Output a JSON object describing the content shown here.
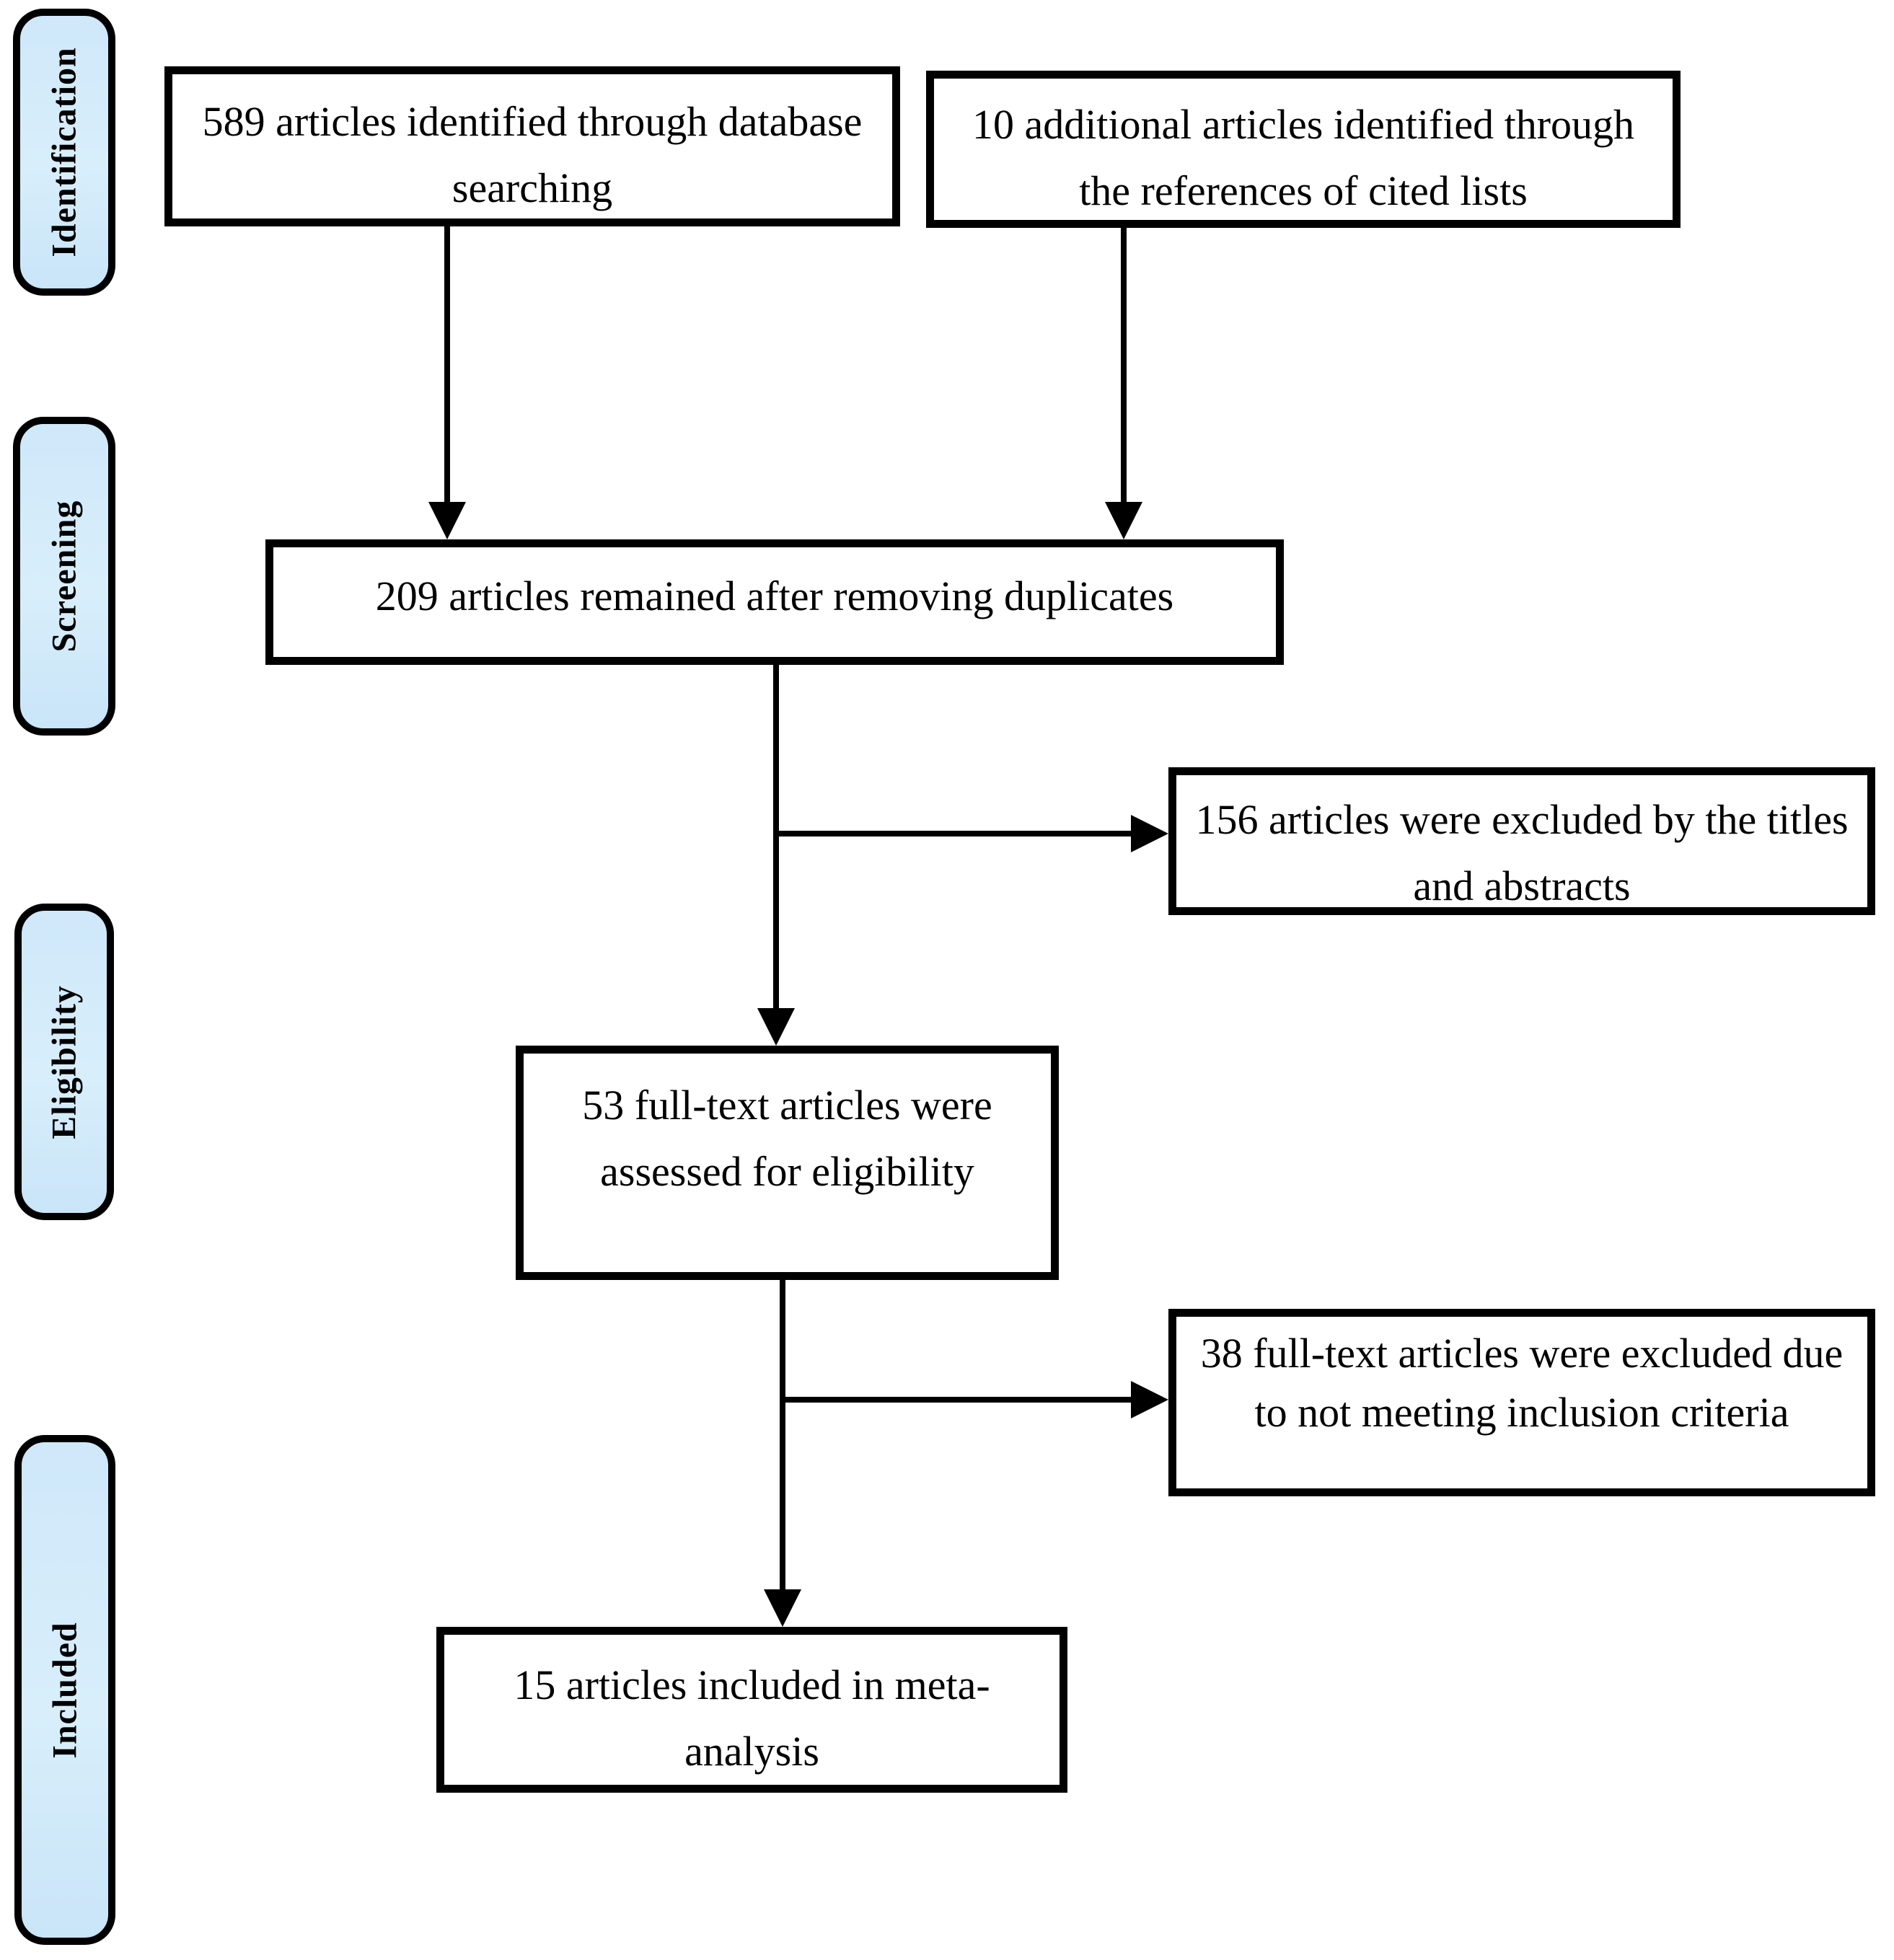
{
  "diagram": {
    "title": "PRISMA study selection flow diagram",
    "stage_labels": [
      {
        "id": "identification",
        "label": "Identification"
      },
      {
        "id": "screening",
        "label": "Screening"
      },
      {
        "id": "eligibility",
        "label": "Eligibility"
      },
      {
        "id": "included",
        "label": "Included"
      }
    ],
    "boxes": [
      {
        "id": "database-search",
        "text": "589 articles identified through database searching"
      },
      {
        "id": "additional-references",
        "text": "10 additional articles identified through the references of cited lists"
      },
      {
        "id": "after-duplicates",
        "text": "209 articles remained after removing duplicates"
      },
      {
        "id": "excluded-titles-abstracts",
        "text": "156 articles were excluded by the titles and abstracts"
      },
      {
        "id": "fulltext-assessed",
        "text": "53 full-text articles were assessed for eligibility"
      },
      {
        "id": "fulltext-excluded",
        "text": "38 full-text articles were excluded due to not meeting inclusion criteria"
      },
      {
        "id": "included-meta-analysis",
        "text": "15 articles included in meta-analysis"
      }
    ],
    "colors": {
      "stage_fill": "#cfe8fa",
      "border": "#000000",
      "background": "#ffffff",
      "text": "#000000"
    }
  }
}
